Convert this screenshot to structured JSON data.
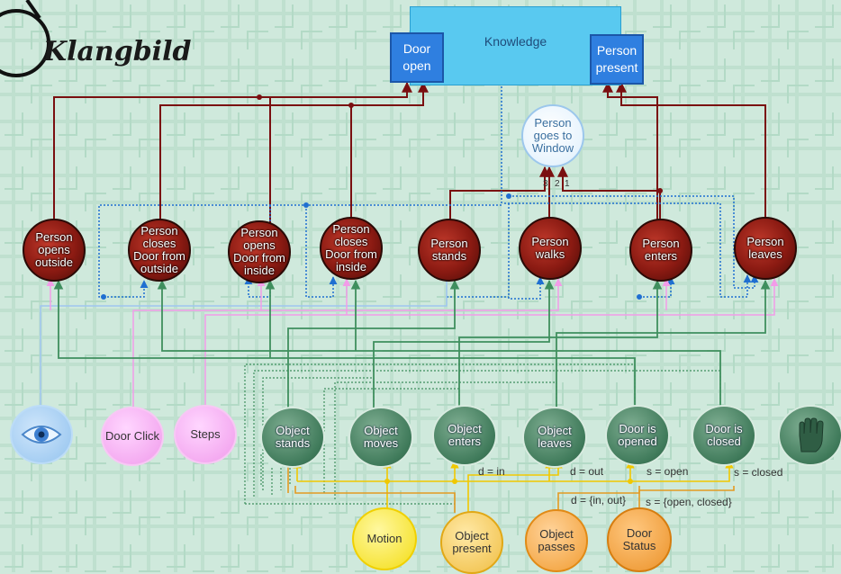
{
  "logo": {
    "text": "Klangbild"
  },
  "knowledge": {
    "title": "Knowledge",
    "door_open": "Door open",
    "person_present": "Person present"
  },
  "goal": {
    "label": "Person goes to Window"
  },
  "inputs_numbers": [
    "3",
    "2",
    "1"
  ],
  "events": [
    {
      "id": "opens",
      "label": "Person opens outside"
    },
    {
      "id": "closes-outside",
      "label": "Person closes Door from outside"
    },
    {
      "id": "opens-inside",
      "label": "Person opens Door from inside"
    },
    {
      "id": "closes-inside",
      "label": "Person closes Door from inside"
    },
    {
      "id": "stands",
      "label": "Person stands"
    },
    {
      "id": "walks",
      "label": "Person walks"
    },
    {
      "id": "enters",
      "label": "Person enters"
    },
    {
      "id": "leaves",
      "label": "Person leaves"
    }
  ],
  "sensors_top": [
    {
      "id": "eye",
      "label": ""
    },
    {
      "id": "door-click",
      "label": "Door Click"
    },
    {
      "id": "steps",
      "label": "Steps"
    }
  ],
  "objects": [
    {
      "id": "stands",
      "label": "Object stands"
    },
    {
      "id": "moves",
      "label": "Object moves"
    },
    {
      "id": "enters",
      "label": "Object enters"
    },
    {
      "id": "leaves",
      "label": "Object leaves"
    },
    {
      "id": "door-opened",
      "label": "Door is opened"
    },
    {
      "id": "door-closed",
      "label": "Door is closed"
    }
  ],
  "conditions": {
    "d_in": "d = in",
    "d_out": "d = out",
    "s_open": "s = open",
    "s_closed": "s = closed",
    "d_in_out": "d = {in, out}",
    "s_open_closed": "s = {open, closed}"
  },
  "sensors_bottom": [
    {
      "id": "motion",
      "label": "Motion"
    },
    {
      "id": "object-present",
      "label": "Object present"
    },
    {
      "id": "object-passes",
      "label": "Object passes"
    },
    {
      "id": "door-status",
      "label": "Door Status"
    }
  ],
  "colors": {
    "dark_red": "#7a0f10",
    "blue_dotted": "#1f6fd1",
    "green": "#3f8f5e",
    "pink": "#f29ce8",
    "light_blue": "#9fc6f0",
    "yellow": "#f0c800",
    "orange": "#e39a22"
  }
}
